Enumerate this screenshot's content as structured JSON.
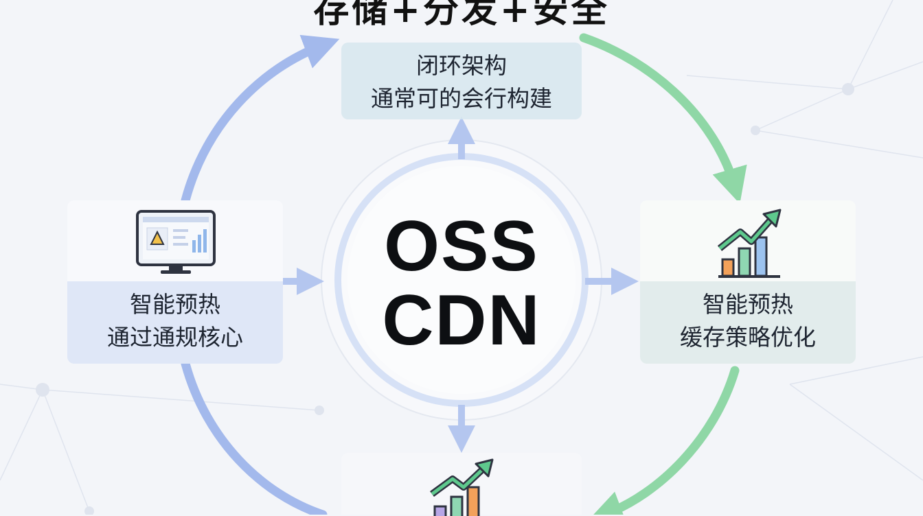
{
  "title": "存储+分发+安全",
  "center": {
    "line1": "OSS",
    "line2": "CDN"
  },
  "nodes": {
    "top": {
      "line1": "闭环架构",
      "line2": "通常可的会行构建"
    },
    "left": {
      "line1": "智能预热",
      "line2": "通过通规核心",
      "icon": "monitor-dashboard-icon"
    },
    "right": {
      "line1": "智能预热",
      "line2": "缓存策略优化",
      "icon": "growth-chart-icon"
    },
    "bottom": {
      "icon": "growth-chart-icon"
    }
  },
  "colors": {
    "ring_left": "#9fb6ea",
    "ring_right": "#8fd7a6",
    "arrow": "#a9bdec",
    "text": "#1d2430"
  }
}
